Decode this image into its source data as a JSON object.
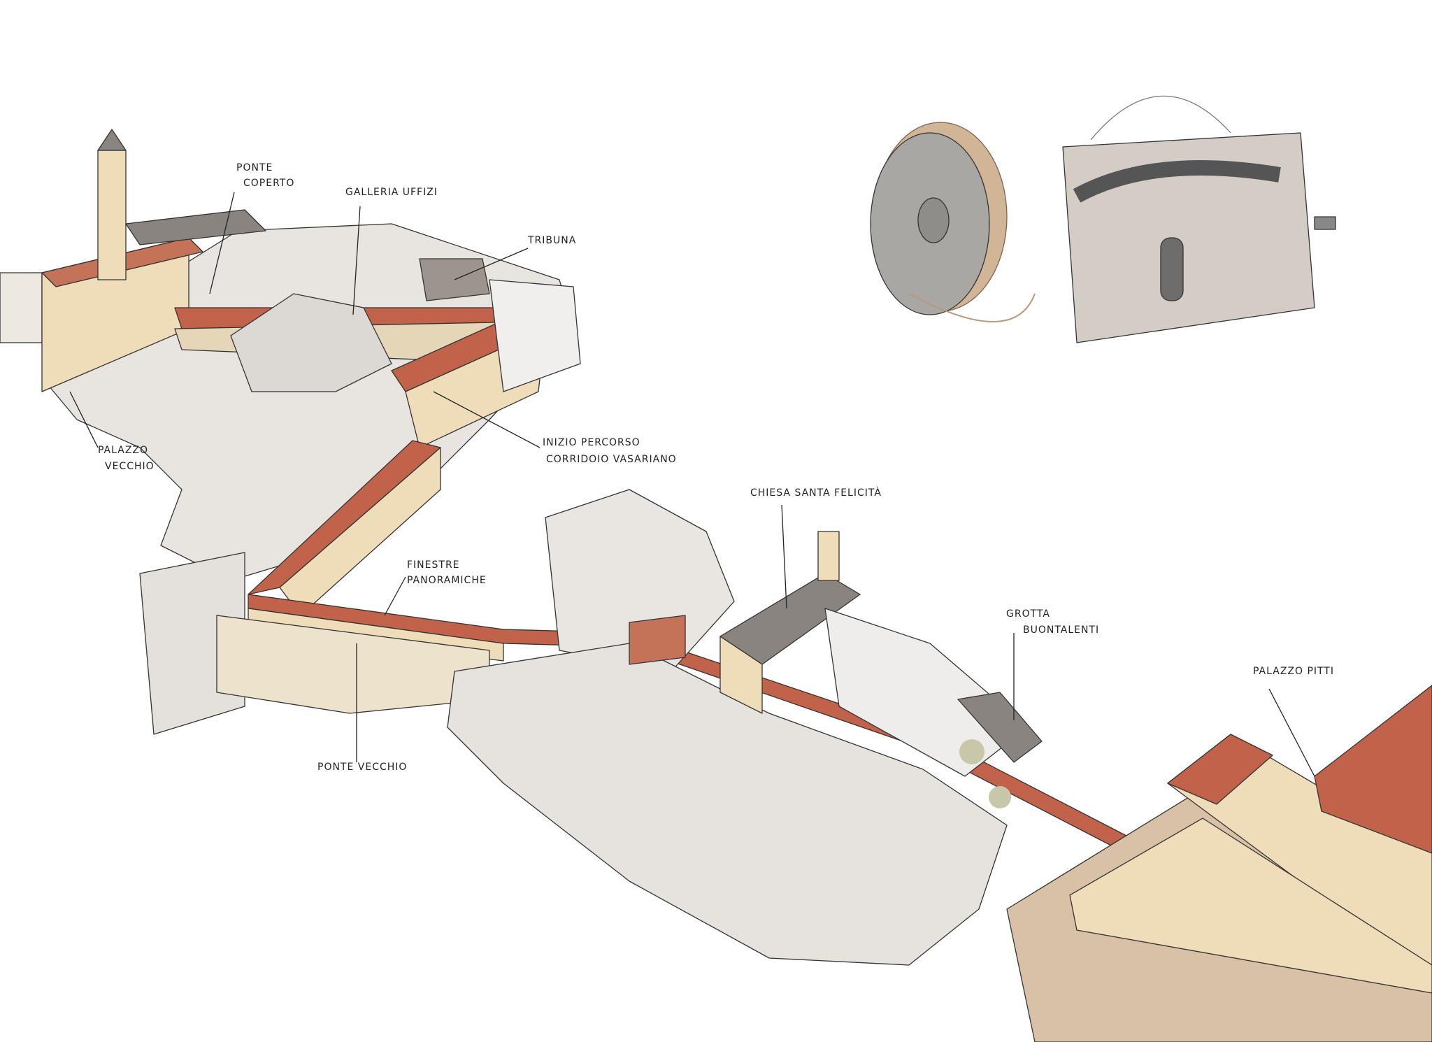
{
  "map": {
    "labels": {
      "ponte_coperto": [
        "Ponte",
        "Coperto"
      ],
      "galleria_uffizi": "Galleria Uffizi",
      "tribuna": "Tribuna",
      "palazzo_vecchio": [
        "Palazzo",
        "Vecchio"
      ],
      "inizio_percorso": [
        "Inizio percorso",
        "corridoio Vasariano"
      ],
      "finestre_panoramiche": [
        "Finestre",
        "panoramiche"
      ],
      "ponte_vecchio": "Ponte Vecchio",
      "chiesa_santa_felicita": "Chiesa Santa Felicità",
      "grotta_buontalenti": [
        "Grotta",
        "Buontalenti"
      ],
      "palazzo_pitti": "Palazzo Pitti"
    },
    "colors": {
      "corridor": "#c0634a",
      "building_light": "#e9e6e2",
      "building_warm": "#efdcb8",
      "roof_grey": "#8a8480",
      "telephone_grey": "#a9a7a4",
      "wire": "#b79a7a"
    }
  }
}
